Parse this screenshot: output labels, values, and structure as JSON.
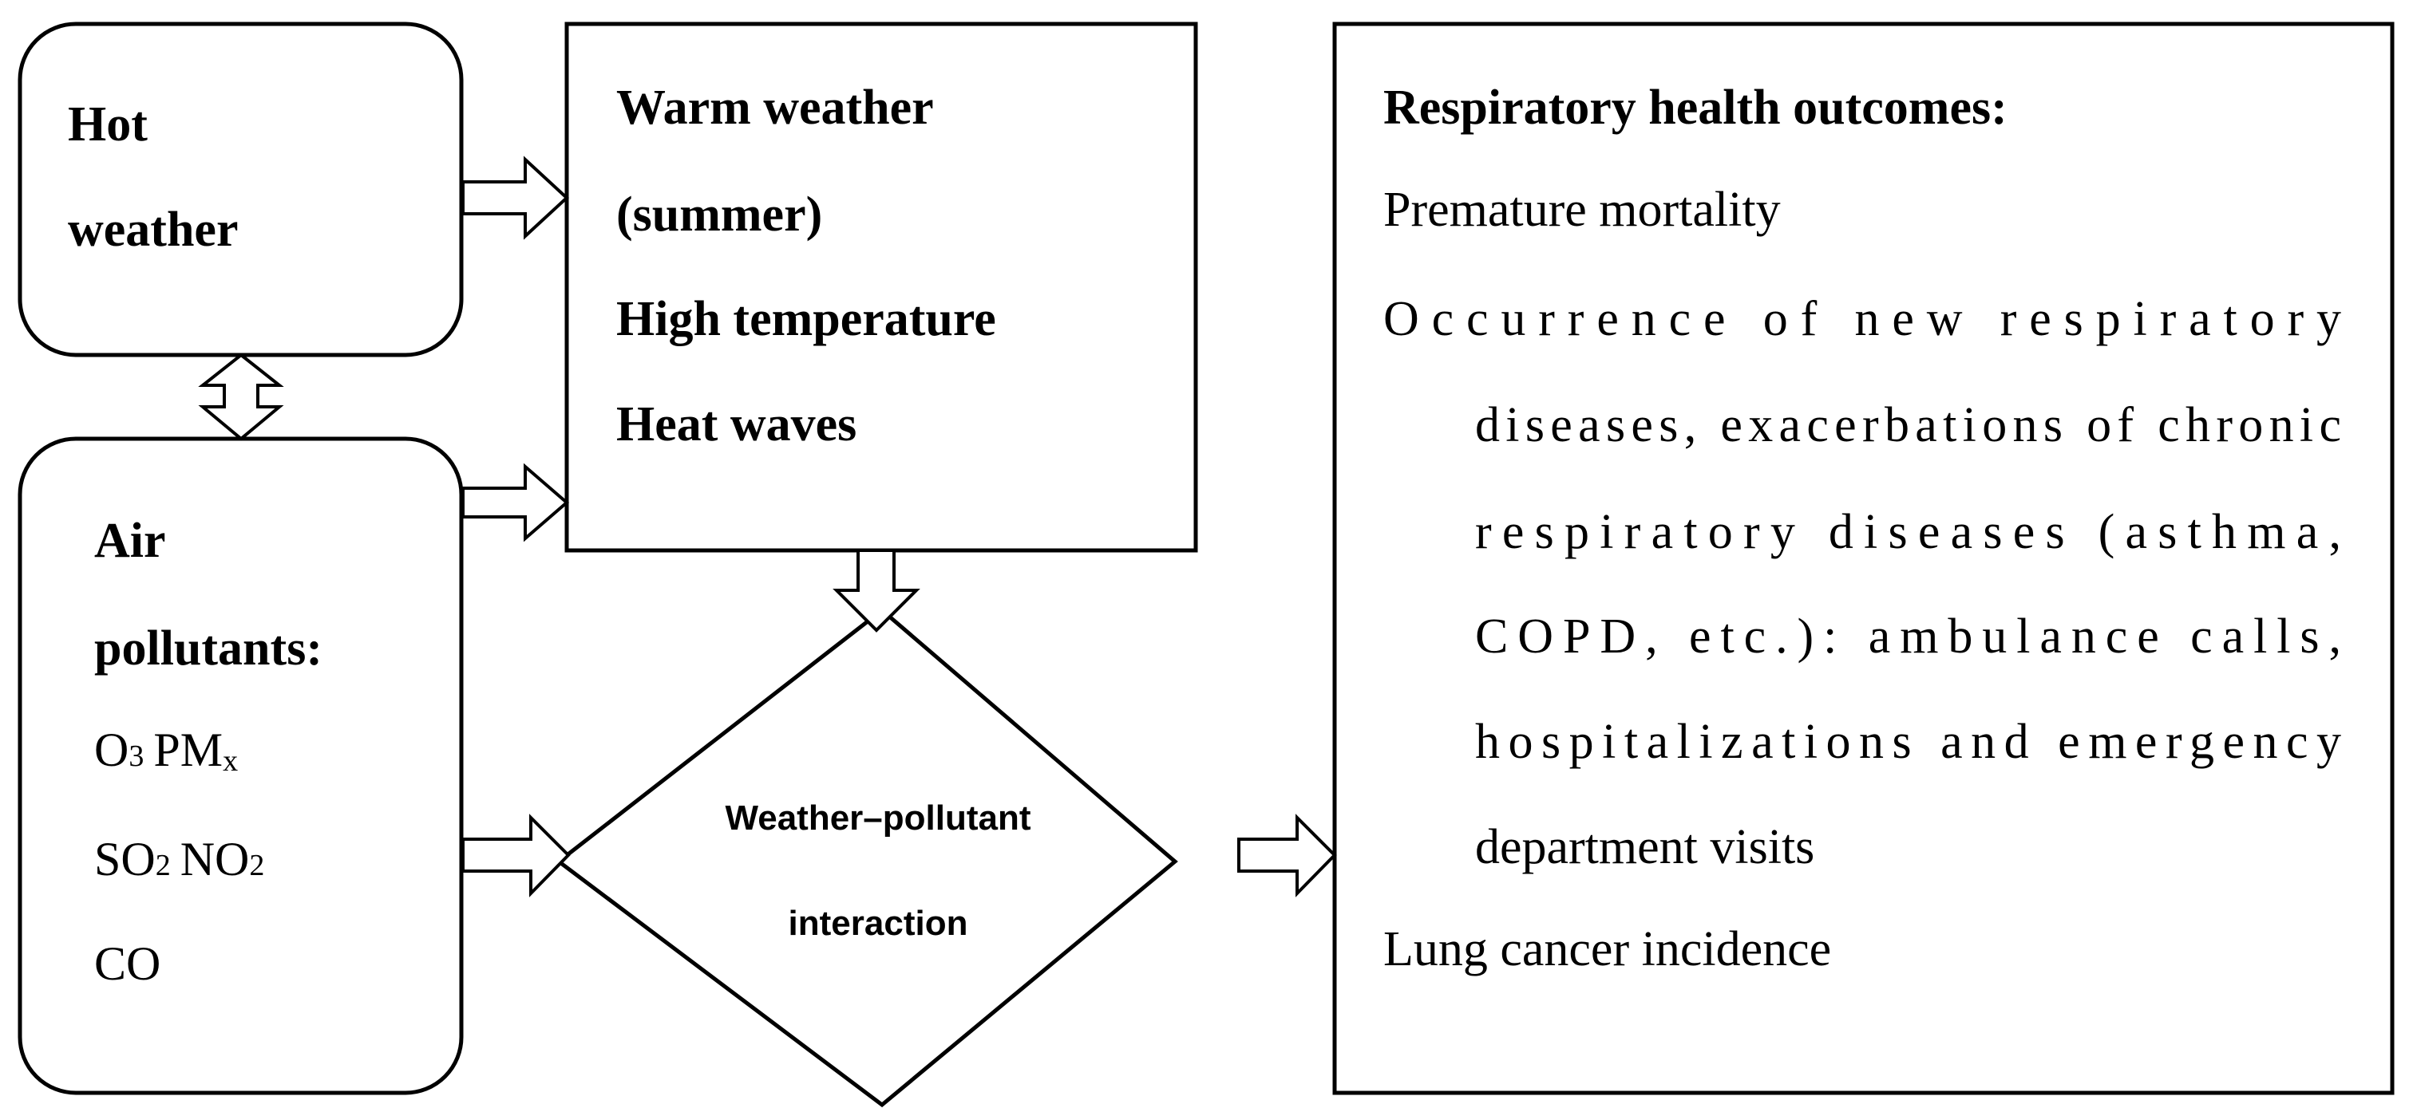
{
  "hot_weather": {
    "line1": "Hot",
    "line2": "weather"
  },
  "warm_weather": {
    "lines": [
      "Warm weather",
      "(summer)",
      "High temperature",
      "Heat waves"
    ]
  },
  "air_pollutants": {
    "title1": "Air",
    "title2": "pollutants:",
    "row1": {
      "a_base": "O",
      "a_sub": "3",
      "b_base": "PM",
      "b_sub": "x"
    },
    "row2": {
      "a_base": "SO",
      "a_sub": "2",
      "b_base": "NO",
      "b_sub": "2"
    },
    "row3": "CO"
  },
  "interaction": {
    "line1": "Weather–pollutant",
    "line2": "interaction"
  },
  "outcomes": {
    "title": "Respiratory health outcomes:",
    "item1": "Premature mortality",
    "item2_lines": [
      "Occurrence of new respiratory",
      "diseases, exacerbations of chronic",
      "respiratory diseases (asthma,",
      "COPD, etc.): ambulance calls,",
      "hospitalizations and emergency",
      "department visits"
    ],
    "item3": "Lung cancer incidence"
  }
}
